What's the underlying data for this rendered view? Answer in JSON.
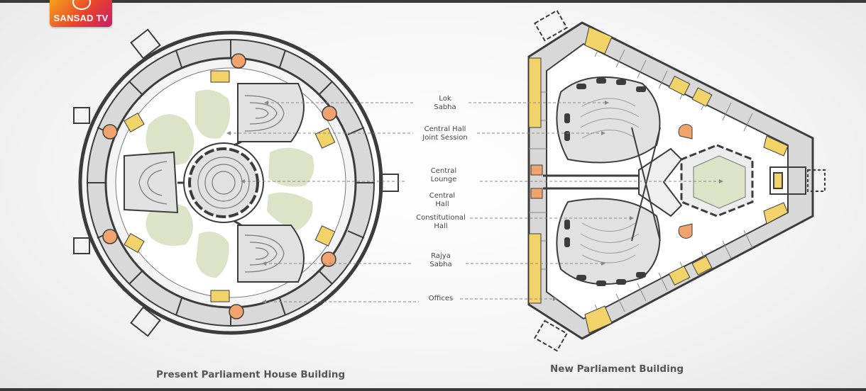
{
  "channel_logo": {
    "text": "SANSAD TV"
  },
  "labels": [
    {
      "id": "lok",
      "text": "Lok\nSabha"
    },
    {
      "id": "central-hall-joint",
      "text": "Central Hall\nJoint Session"
    },
    {
      "id": "central-lounge",
      "text": "Central\nLounge"
    },
    {
      "id": "central-hall",
      "text": "Central\nHall"
    },
    {
      "id": "constitutional",
      "text": "Constitutional\nHall"
    },
    {
      "id": "rajya",
      "text": "Rajya\nSabha"
    },
    {
      "id": "offices",
      "text": "Offices"
    }
  ],
  "captions": {
    "present": "Present Parliament House Building",
    "new": "New Parliament Building"
  },
  "colors": {
    "wall": "#3c3c3c",
    "room_fill": "#d8d8d8",
    "garden": "#dde3c6",
    "dome": "#f0a36c",
    "office_yellow": "#f2d36a",
    "chamber_fill": "#e1e1e1",
    "leader_line": "#888888"
  }
}
